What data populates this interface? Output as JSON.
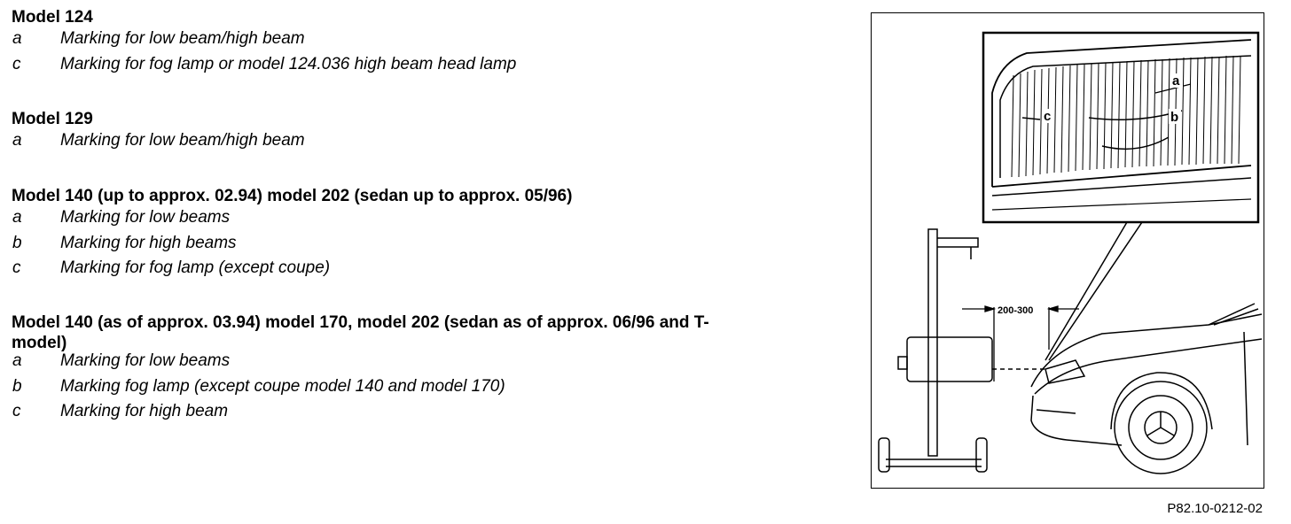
{
  "sections": [
    {
      "heading": "Model 124",
      "items": [
        {
          "letter": "a",
          "text": "Marking for low beam/high beam"
        },
        {
          "letter": "c",
          "text": "Marking for fog lamp or model 124.036 high beam head lamp"
        }
      ]
    },
    {
      "heading": "Model 129",
      "items": [
        {
          "letter": "a",
          "text": "Marking for low beam/high beam"
        }
      ]
    },
    {
      "heading": "Model 140 (up to approx. 02.94) model 202 (sedan up to approx. 05/96)",
      "items": [
        {
          "letter": "a",
          "text": "Marking for low beams"
        },
        {
          "letter": "b",
          "text": "Marking for high beams"
        },
        {
          "letter": "c",
          "text": "Marking for fog lamp (except coupe)"
        }
      ]
    },
    {
      "heading_line1": "Model 140 (as of approx. 03.94) model 170, model 202 (sedan as of approx. 06/96 and T-",
      "heading_line2": "model)",
      "items": [
        {
          "letter": "a",
          "text": "Marking for low beams"
        },
        {
          "letter": "b",
          "text": "Marking fog lamp (except coupe model 140 and model 170)"
        },
        {
          "letter": "c",
          "text": "Marking for high beam"
        }
      ]
    }
  ],
  "figure": {
    "label_a": "a",
    "label_b": "b",
    "label_c": "c",
    "dimension": "200-300"
  },
  "caption": "P82.10-0212-02"
}
